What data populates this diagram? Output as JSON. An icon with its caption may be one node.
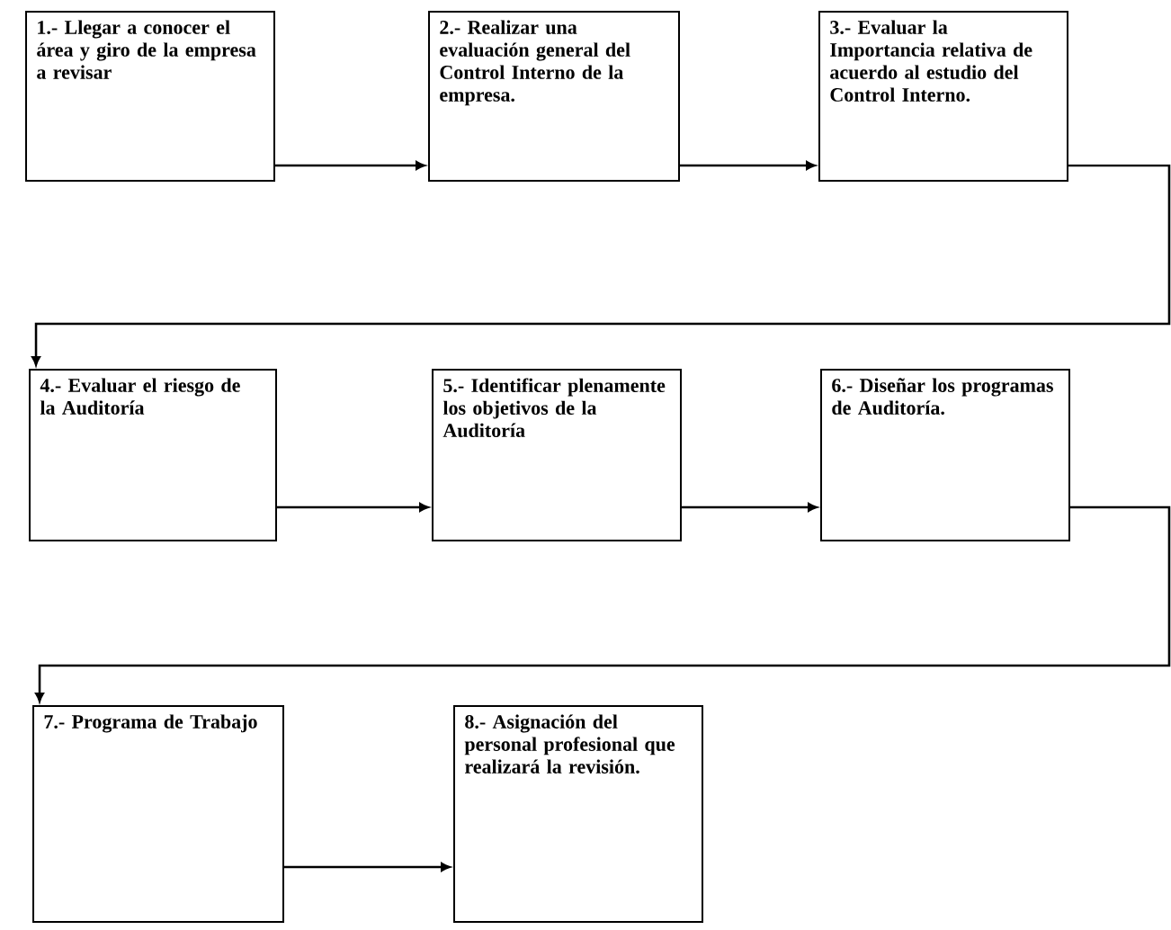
{
  "diagram": {
    "nodes": [
      {
        "text": [
          "1.- Llegar a conocer el área y giro de la empresa a revisar"
        ]
      },
      {
        "text": [
          "2.- Realizar una evaluación general del Control Interno de la empresa."
        ]
      },
      {
        "text": [
          "3.- Evaluar la Importancia relativa de acuerdo al estudio del Control Interno."
        ]
      },
      {
        "text": [
          "4.- Evaluar el riesgo de la Auditoría"
        ]
      },
      {
        "text": [
          "5.- Identificar plenamente los objetivos de la Auditoría"
        ]
      },
      {
        "text": [
          "6.- Diseñar los programas de Auditoría."
        ]
      },
      {
        "text": [
          "7.- Programa de Trabajo"
        ]
      },
      {
        "text": [
          "8.- Asignación del personal profesional que realizará la revisión."
        ]
      }
    ],
    "edges": [
      {
        "from": 0,
        "to": 1,
        "arrow": "to"
      },
      {
        "from": 1,
        "to": 2,
        "arrow": "to"
      },
      {
        "from": 2,
        "to": 3,
        "arrow": "to"
      },
      {
        "from": 3,
        "to": 4,
        "arrow": "to"
      },
      {
        "from": 4,
        "to": 5,
        "arrow": "to"
      },
      {
        "from": 5,
        "to": 6,
        "arrow": "to"
      },
      {
        "from": 6,
        "to": 7,
        "arrow": "to"
      }
    ]
  }
}
